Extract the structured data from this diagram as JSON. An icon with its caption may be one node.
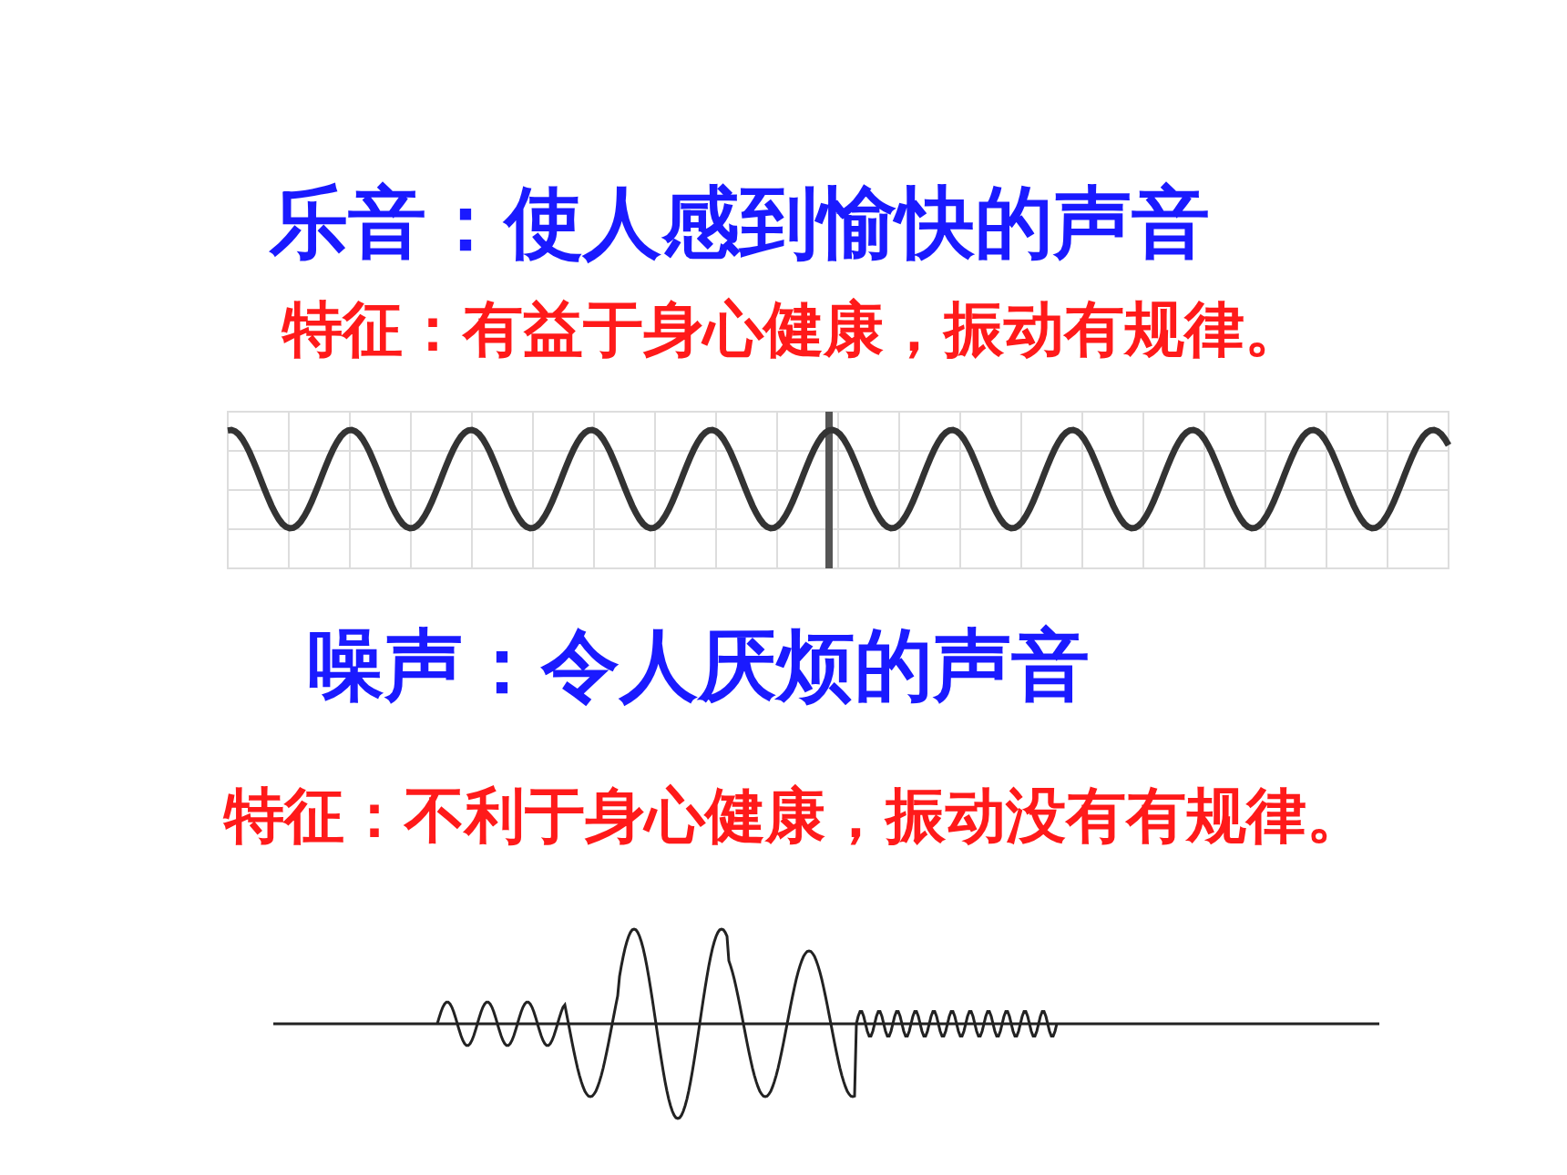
{
  "diagram": {
    "labels": [
      "乐音：使人感到愉快的声音",
      "特征：有益于身心健康，振动有规律。",
      "噪声：令人厌烦的声音",
      "特征：不利于身心健康，振动没有有规律。"
    ]
  }
}
